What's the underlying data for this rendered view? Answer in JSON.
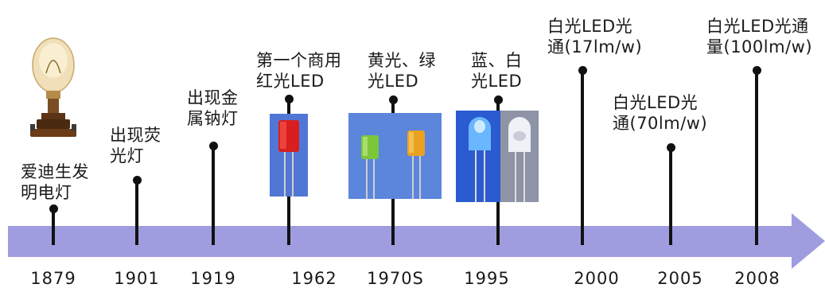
{
  "milestones": [
    {
      "id": "m1879",
      "year": "1879",
      "label": "爱迪生发\n明电灯"
    },
    {
      "id": "m1901",
      "year": "1901",
      "label": "出现荧\n光灯"
    },
    {
      "id": "m1919",
      "year": "1919",
      "label": "出现金\n属钠灯"
    },
    {
      "id": "m1962",
      "year": "1962",
      "label": "第一个商用\n红光LED"
    },
    {
      "id": "m1970",
      "year": "1970S",
      "label": "黄光、绿\n光LED"
    },
    {
      "id": "m1995",
      "year": "1995",
      "label": "蓝、白\n光LED"
    },
    {
      "id": "m2000",
      "year": "2000",
      "label": "白光LED光\n通(17lm/w)"
    },
    {
      "id": "m2005",
      "year": "2005",
      "label": "白光LED光\n通(70lm/w)"
    },
    {
      "id": "m2008",
      "year": "2008",
      "label": "白光LED光通\n量(100lm/w)"
    }
  ],
  "colors": {
    "timeline_band": "#9f9ce0",
    "stem": "#111111",
    "text": "#1a1a1a",
    "photo_bg_blue": "#2a5bd0",
    "led_red": "#d81e1e",
    "led_green": "#7cc63a",
    "led_yellow": "#e9a21f"
  },
  "images": {
    "bulb": "edison-light-bulb",
    "red_led": "red-led-photo",
    "yellow_green_led": "green-yellow-led-photo",
    "blue_white_led": "blue-white-led-photo"
  }
}
